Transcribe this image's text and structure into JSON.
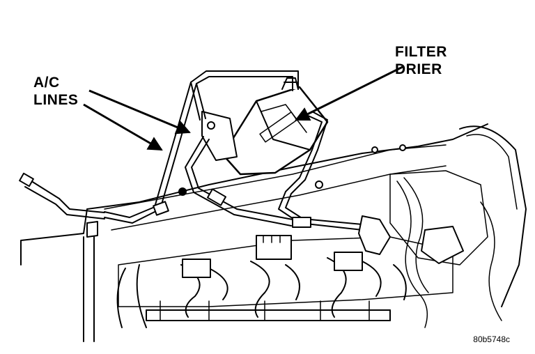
{
  "callouts": {
    "ac_lines": {
      "line1": "A/C",
      "line2": "LINES"
    },
    "filter_drier": {
      "line1": "FILTER",
      "line2": "DRIER"
    }
  },
  "figure_code": "80b5748c",
  "colors": {
    "ink": "#000000",
    "paper": "#ffffff"
  }
}
